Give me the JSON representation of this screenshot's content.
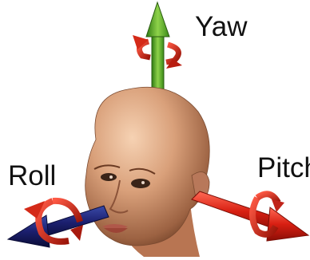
{
  "labels": {
    "yaw": "Yaw",
    "roll": "Roll",
    "pitch": "Pitch"
  },
  "colors": {
    "background": "#ffffff",
    "yaw_axis": "#5fae2f",
    "roll_axis": "#1b1f6e",
    "pitch_axis": "#d81f12",
    "rotation_arrow": "#d42a18",
    "skin": "#d9a07a"
  },
  "icons": {
    "yaw": "vertical-axis-arrow-with-rotation-icon",
    "roll": "forward-axis-arrow-with-rotation-icon",
    "pitch": "lateral-axis-arrow-with-rotation-icon",
    "head": "3d-head-model"
  }
}
